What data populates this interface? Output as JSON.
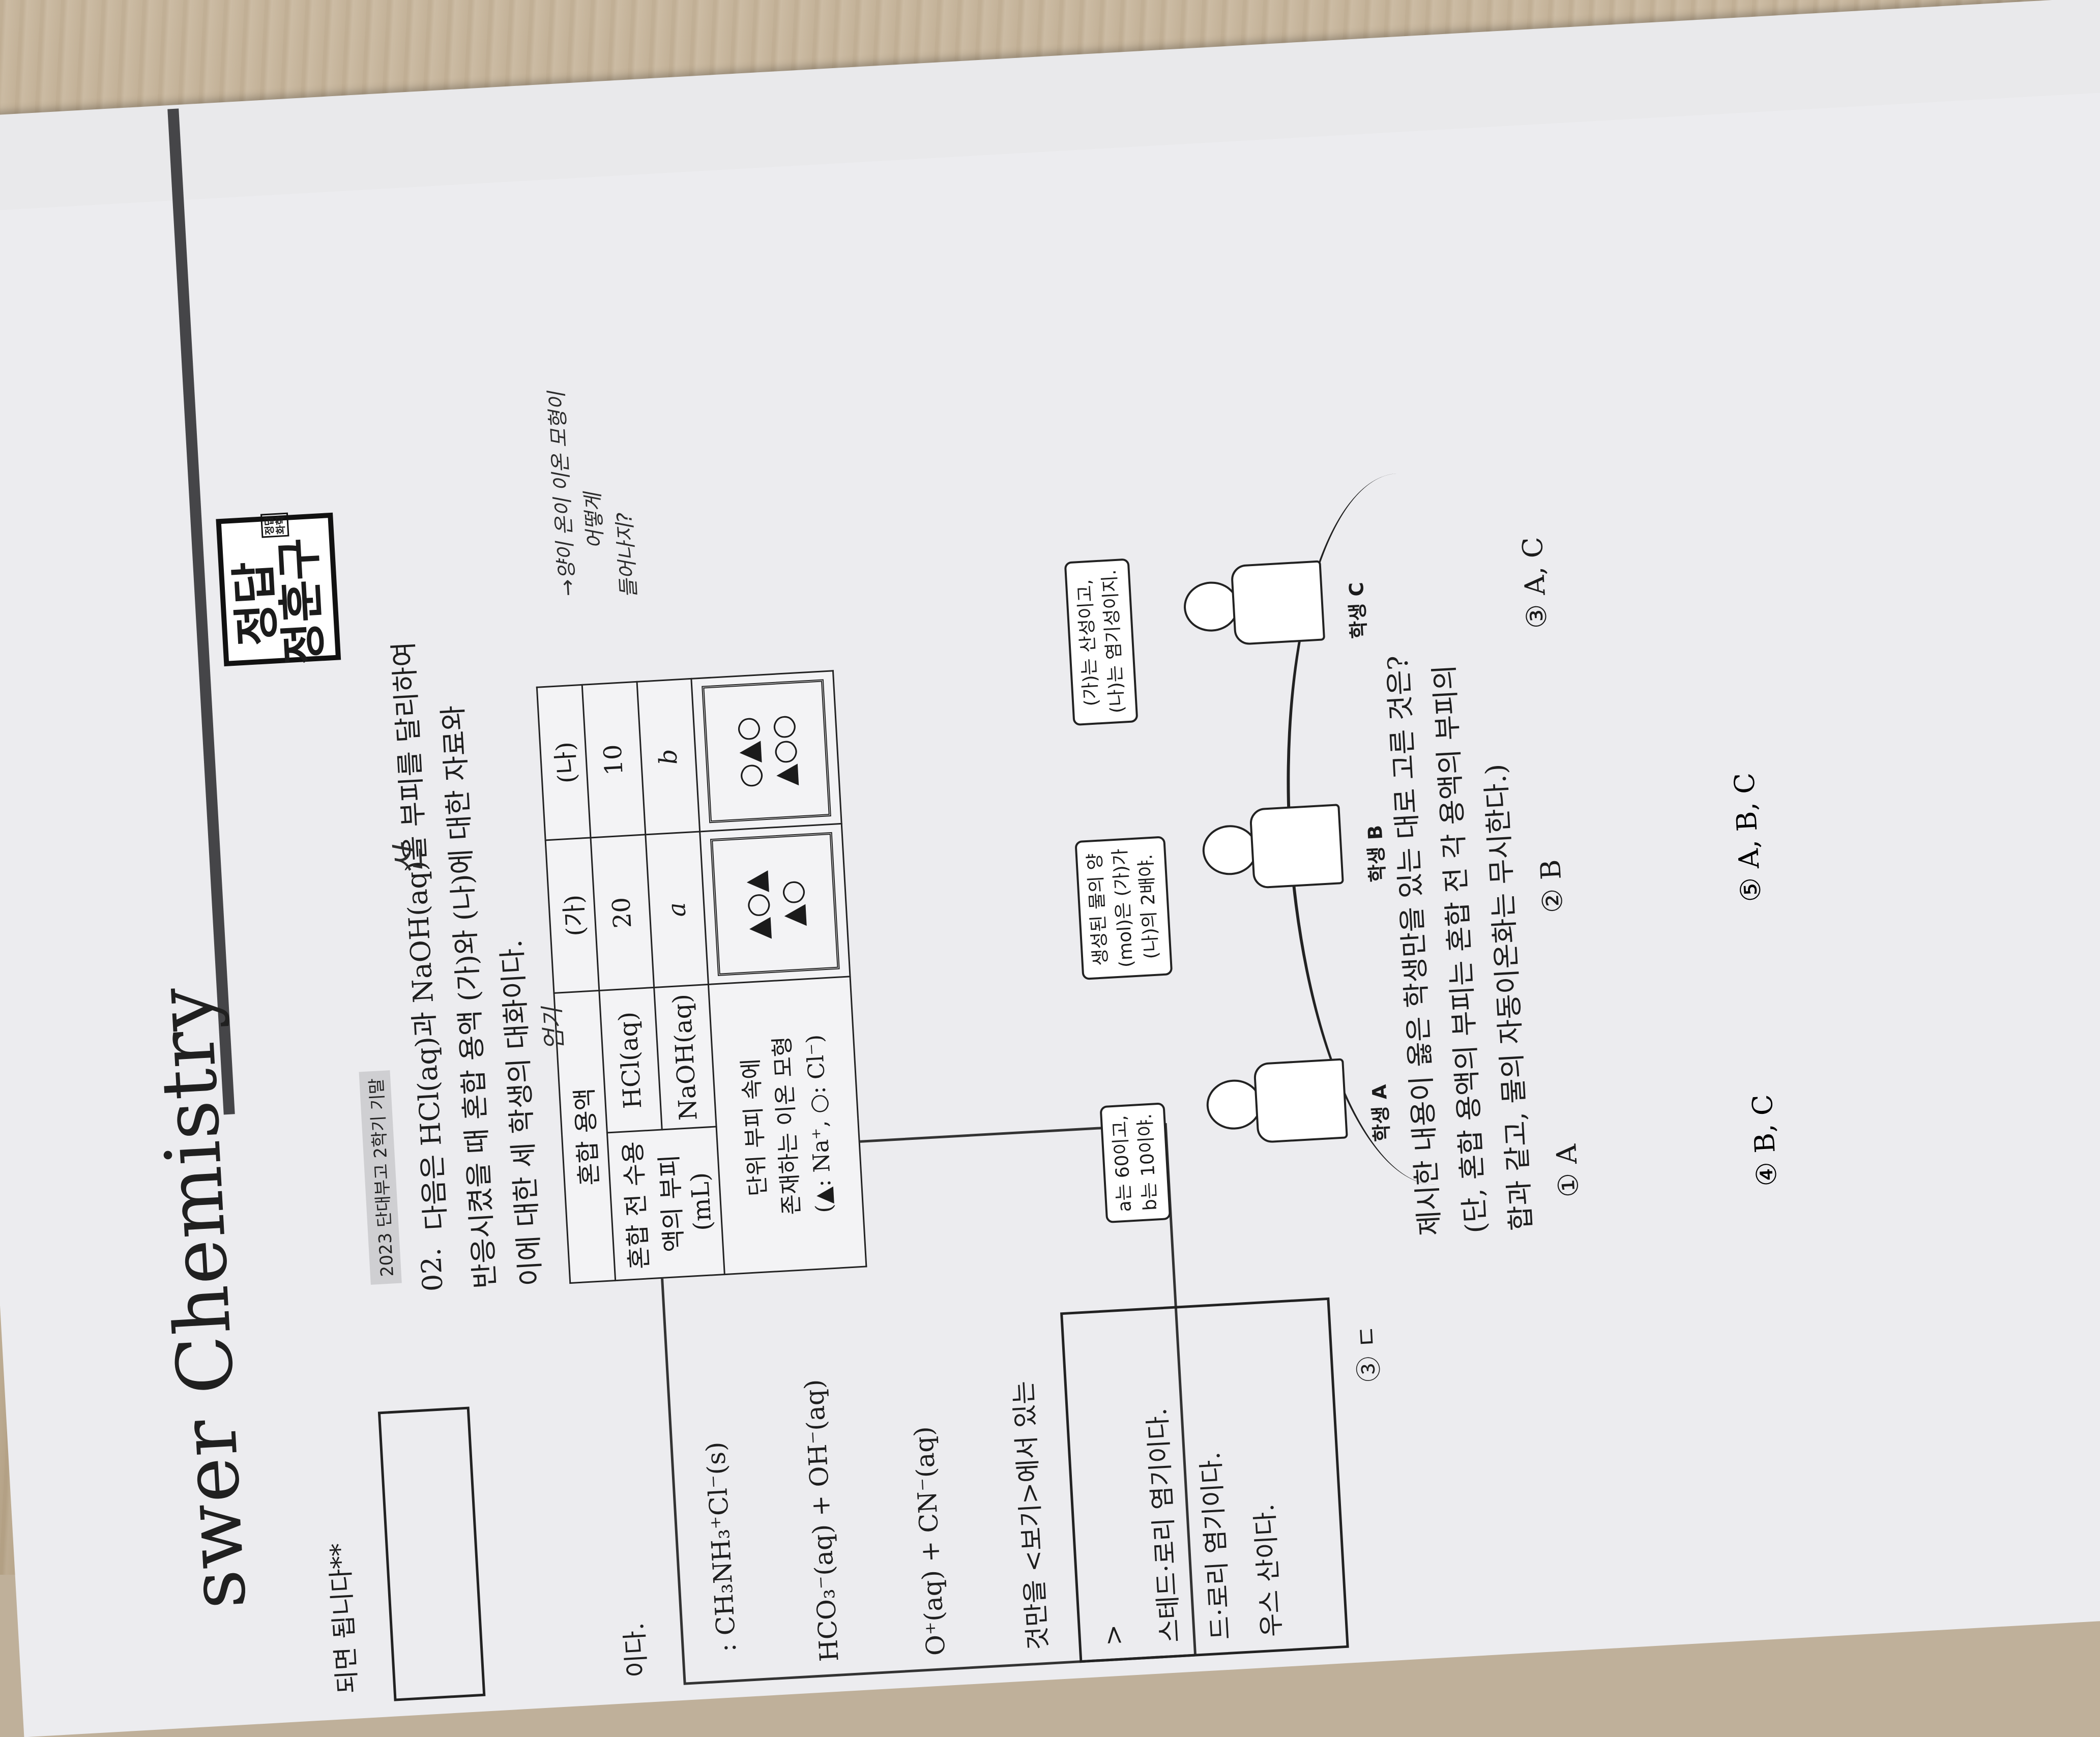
{
  "header": {
    "title": "swer  Chemistry",
    "logo_main": "정답\n정훈구",
    "logo_small": "정답\n화학"
  },
  "left_column": {
    "notice": "되면 됩니다**",
    "fragment_1": "이다.",
    "equation_1": ": CH₃NH₃⁺Cl⁻(s)",
    "equation_2": "HCO₃⁻(aq) + OH⁻(aq)",
    "equation_3": "O⁺(aq) + CN⁻(aq)",
    "question_tail": "것만을 <보기>에서 있는",
    "box_title": ">",
    "box_line_1": "스테드·로리 염기이다.",
    "box_line_2": "드·로리 염기이다.",
    "box_line_3": "우스 산이다.",
    "choice_3": "③ ㄷ"
  },
  "question": {
    "tag": "2023 단대부고 2학기 기말",
    "number": "02.",
    "line_1": "다음은 HCl(aq)과 NaOH(aq)을 부피를 달리하여",
    "line_2": "반응시켰을 때 혼합 용액 (가)와 (나)에 대한 자료와",
    "line_3": "이에 대한 세 학생의 대화이다.",
    "table": {
      "header": [
        "혼합 용액",
        "(가)",
        "(나)"
      ],
      "row_group_label": "혼합 전 수용액의 부피(mL)",
      "rows": [
        {
          "label": "HCl(aq)",
          "ga": "20",
          "na": "10"
        },
        {
          "label": "NaOH(aq)",
          "ga": "a",
          "na": "b"
        }
      ],
      "ion_label_1": "단위 부피 속에",
      "ion_label_2": "존재하는 이온 모형",
      "ion_legend": "(▲: Na⁺, ○: Cl⁻)",
      "ion_model_ga": "▲○▲\n▲○",
      "ion_model_na": "○▲○\n▲○○"
    },
    "students": [
      {
        "label": "학생 A",
        "speech": "a는 60이고,\nb는 10이야."
      },
      {
        "label": "학생 B",
        "speech": "생성된 물의 양\n(mol)은 (가)가\n(나)의 2배야."
      },
      {
        "label": "학생 C",
        "speech": "(가)는 산성이고,\n(나)는 염기성이지."
      }
    ],
    "prompt_1": "제시한 내용이 옳은 학생만을 있는 대로 고른 것은?",
    "prompt_2": "(단, 혼합 용액의 부피는 혼합 전 각 용액의 부피의",
    "prompt_3": "합과 같고, 물의 자동이온화는 무시한다.)",
    "choices": [
      "① A",
      "② B",
      "③ A, C",
      "④ B, C",
      "⑤ A, B, C"
    ]
  },
  "handwriting": {
    "note_1": "→양이 온이 이온 모형이",
    "note_2": "어떻게",
    "note_3": "들어나지?",
    "mark_1": "엄기",
    "mark_2": "산"
  }
}
